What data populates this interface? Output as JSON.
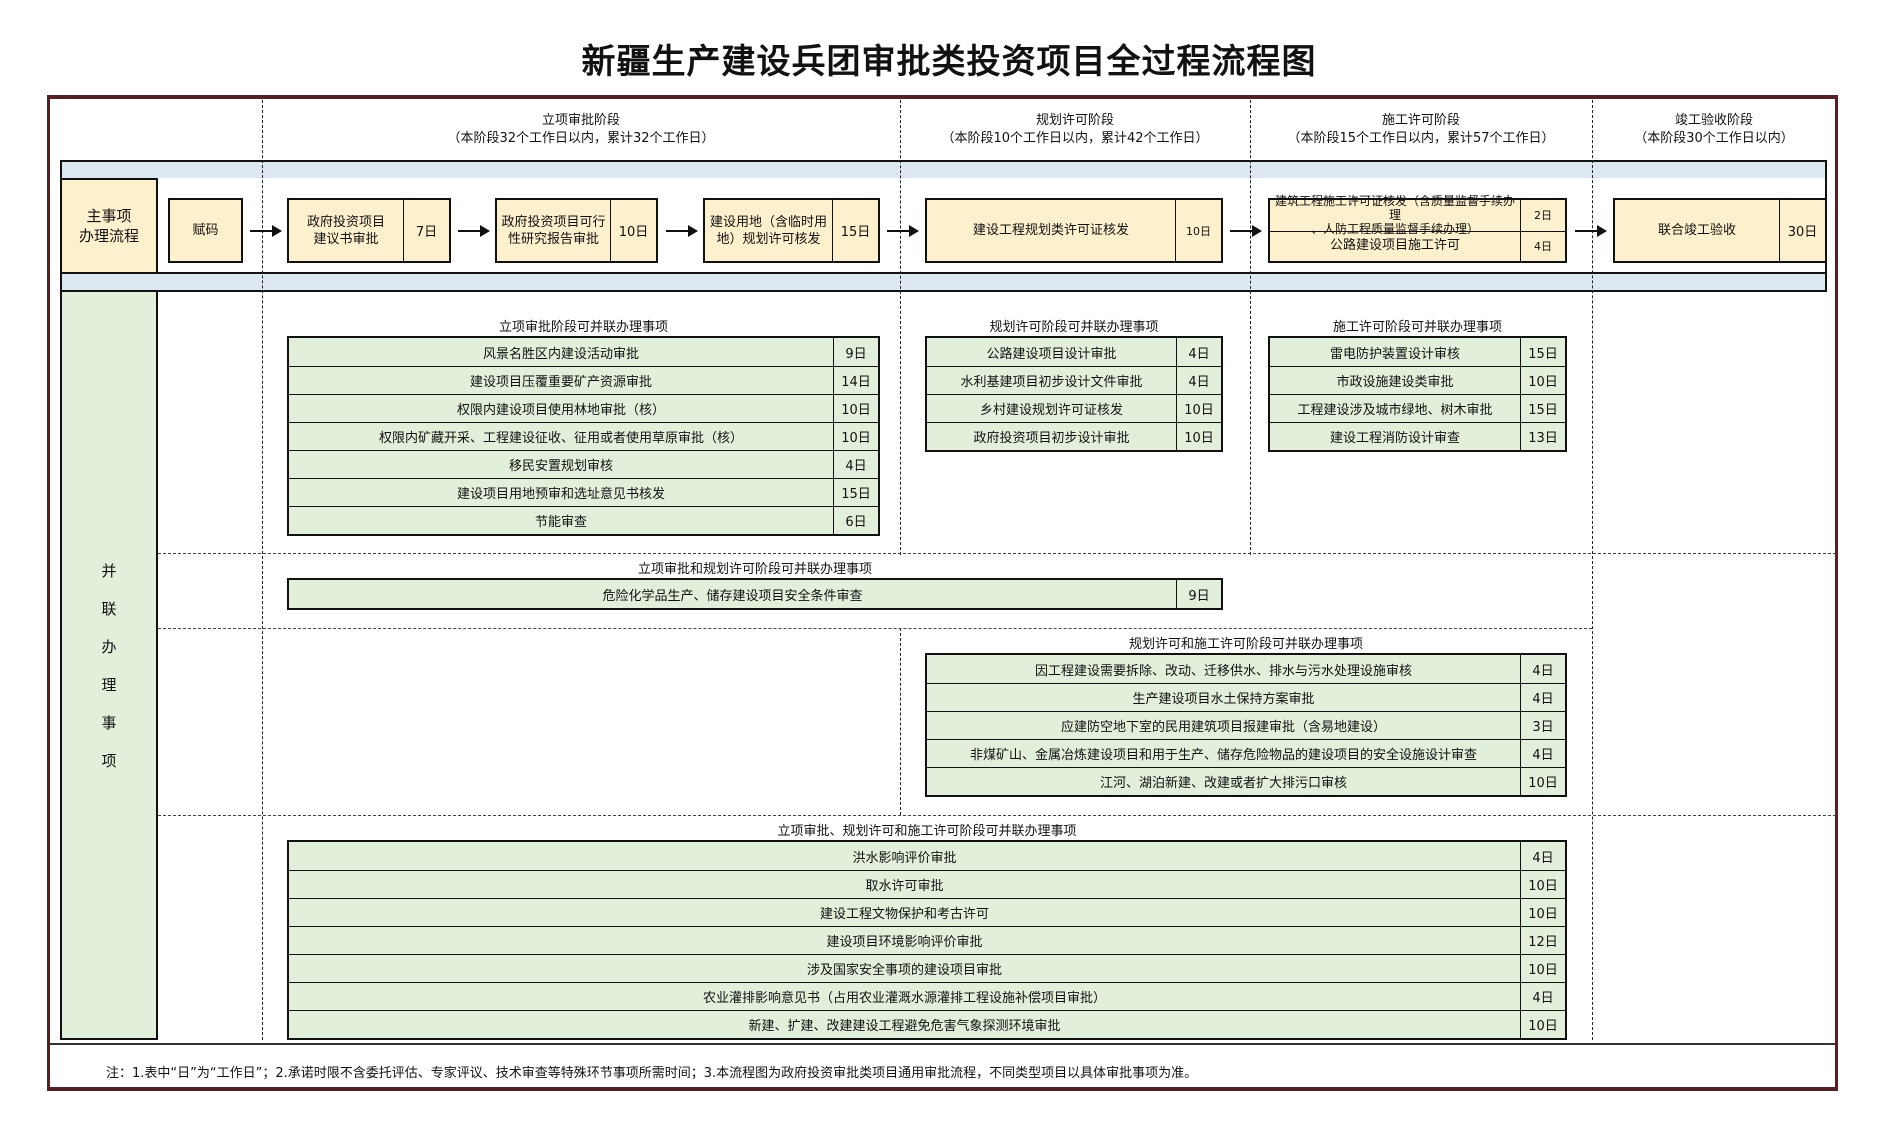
{
  "title": "新疆生产建设兵团审批类投资项目全过程流程图",
  "phases": [
    {
      "name": "立项审批阶段",
      "desc": "（本阶段32个工作日以内，累计32个工作日）"
    },
    {
      "name": "规划许可阶段",
      "desc": "（本阶段10个工作日以内，累计42个工作日）"
    },
    {
      "name": "施工许可阶段",
      "desc": "（本阶段15个工作日以内，累计57个工作日）"
    },
    {
      "name": "竣工验收阶段",
      "desc": "（本阶段30个工作日以内）"
    }
  ],
  "main_flow": {
    "label": "主事项\n办理流程",
    "steps": [
      {
        "name": "赋码",
        "days": ""
      },
      {
        "name": "政府投资项目\n建议书审批",
        "days": "7日"
      },
      {
        "name": "政府投资项目可行\n性研究报告审批",
        "days": "10日"
      },
      {
        "name": "建设用地（含临时用\n地）规划许可核发",
        "days": "15日"
      },
      {
        "name": "建设工程规划类许可证核发",
        "days": "10日"
      },
      {
        "name": "stack",
        "items": [
          {
            "name": "建筑工程施工许可证核发（含质量监督手续办理\n、人防工程质量监督手续办理）",
            "days": "2日"
          },
          {
            "name": "公路建设项目施工许可",
            "days": "4日"
          }
        ]
      },
      {
        "name": "联合竣工验收",
        "days": "30日"
      }
    ]
  },
  "parallel": {
    "label_chars": [
      "并",
      "联",
      "办",
      "理",
      "事",
      "项"
    ],
    "sections": [
      {
        "title": "立项审批阶段可并联办理事项",
        "rows": [
          {
            "name": "风景名胜区内建设活动审批",
            "days": "9日"
          },
          {
            "name": "建设项目压覆重要矿产资源审批",
            "days": "14日"
          },
          {
            "name": "权限内建设项目使用林地审批（核）",
            "days": "10日"
          },
          {
            "name": "权限内矿藏开采、工程建设征收、征用或者使用草原审批（核）",
            "days": "10日"
          },
          {
            "name": "移民安置规划审核",
            "days": "4日"
          },
          {
            "name": "建设项目用地预审和选址意见书核发",
            "days": "15日"
          },
          {
            "name": "节能审查",
            "days": "6日"
          }
        ]
      },
      {
        "title": "规划许可阶段可并联办理事项",
        "rows": [
          {
            "name": "公路建设项目设计审批",
            "days": "4日"
          },
          {
            "name": "水利基建项目初步设计文件审批",
            "days": "4日"
          },
          {
            "name": "乡村建设规划许可证核发",
            "days": "10日"
          },
          {
            "name": "政府投资项目初步设计审批",
            "days": "10日"
          }
        ]
      },
      {
        "title": "施工许可阶段可并联办理事项",
        "rows": [
          {
            "name": "雷电防护装置设计审核",
            "days": "15日"
          },
          {
            "name": "市政设施建设类审批",
            "days": "10日"
          },
          {
            "name": "工程建设涉及城市绿地、树木审批",
            "days": "15日"
          },
          {
            "name": "建设工程消防设计审查",
            "days": "13日"
          }
        ]
      },
      {
        "title": "立项审批和规划许可阶段可并联办理事项",
        "rows": [
          {
            "name": "危险化学品生产、储存建设项目安全条件审查",
            "days": "9日"
          }
        ]
      },
      {
        "title": "规划许可和施工许可阶段可并联办理事项",
        "rows": [
          {
            "name": "因工程建设需要拆除、改动、迁移供水、排水与污水处理设施审核",
            "days": "4日"
          },
          {
            "name": "生产建设项目水土保持方案审批",
            "days": "4日"
          },
          {
            "name": "应建防空地下室的民用建筑项目报建审批（含易地建设）",
            "days": "3日"
          },
          {
            "name": "非煤矿山、金属冶炼建设项目和用于生产、储存危险物品的建设项目的安全设施设计审查",
            "days": "4日"
          },
          {
            "name": "江河、湖泊新建、改建或者扩大排污口审核",
            "days": "10日"
          }
        ]
      },
      {
        "title": "立项审批、规划许可和施工许可阶段可并联办理事项",
        "rows": [
          {
            "name": "洪水影响评价审批",
            "days": "4日"
          },
          {
            "name": "取水许可审批",
            "days": "10日"
          },
          {
            "name": "建设工程文物保护和考古许可",
            "days": "10日"
          },
          {
            "name": "建设项目环境影响评价审批",
            "days": "12日"
          },
          {
            "name": "涉及国家安全事项的建设项目审批",
            "days": "10日"
          },
          {
            "name": "农业灌排影响意见书（占用农业灌溉水源灌排工程设施补偿项目审批）",
            "days": "4日"
          },
          {
            "name": "新建、扩建、改建建设工程避免危害气象探测环境审批",
            "days": "10日"
          }
        ]
      }
    ]
  },
  "note": "注：1.表中“日”为“工作日”；2.承诺时限不含委托评估、专家评议、技术审查等特殊环节事项所需时间；3.本流程图为政府投资审批类项目通用审批流程，不同类型项目以具体审批事项为准。",
  "colors": {
    "frame": "#5a1f22",
    "main_fill": "#fdf0cc",
    "parallel_fill": "#e2efda",
    "band_fill": "#dde8f3"
  }
}
